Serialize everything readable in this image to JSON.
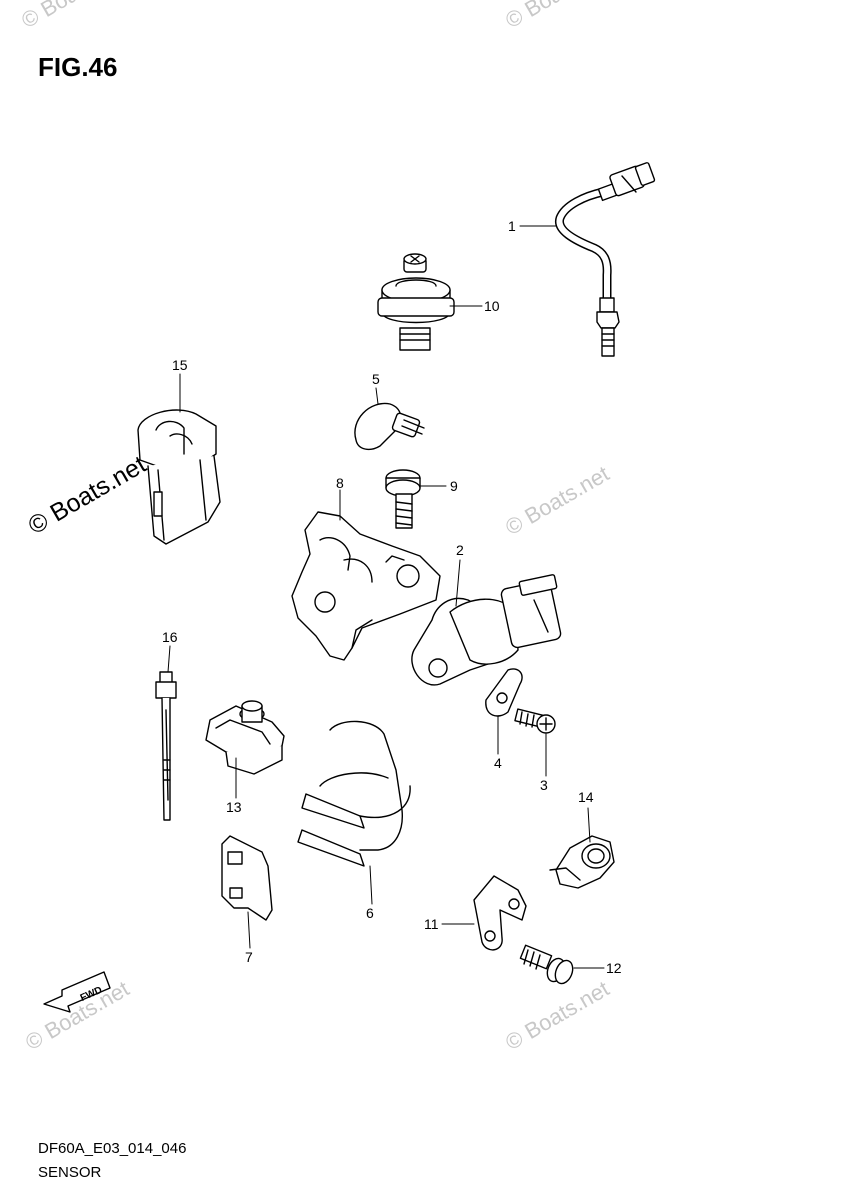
{
  "figure": {
    "title": "FIG.46"
  },
  "footer": {
    "code": "DF60A_E03_014_046",
    "name": "SENSOR"
  },
  "watermark": {
    "text": "© Boats.net"
  },
  "fwd_label": "FWD",
  "callouts": [
    "1",
    "2",
    "3",
    "4",
    "5",
    "6",
    "7",
    "8",
    "9",
    "10",
    "11",
    "12",
    "13",
    "14",
    "15",
    "16"
  ]
}
